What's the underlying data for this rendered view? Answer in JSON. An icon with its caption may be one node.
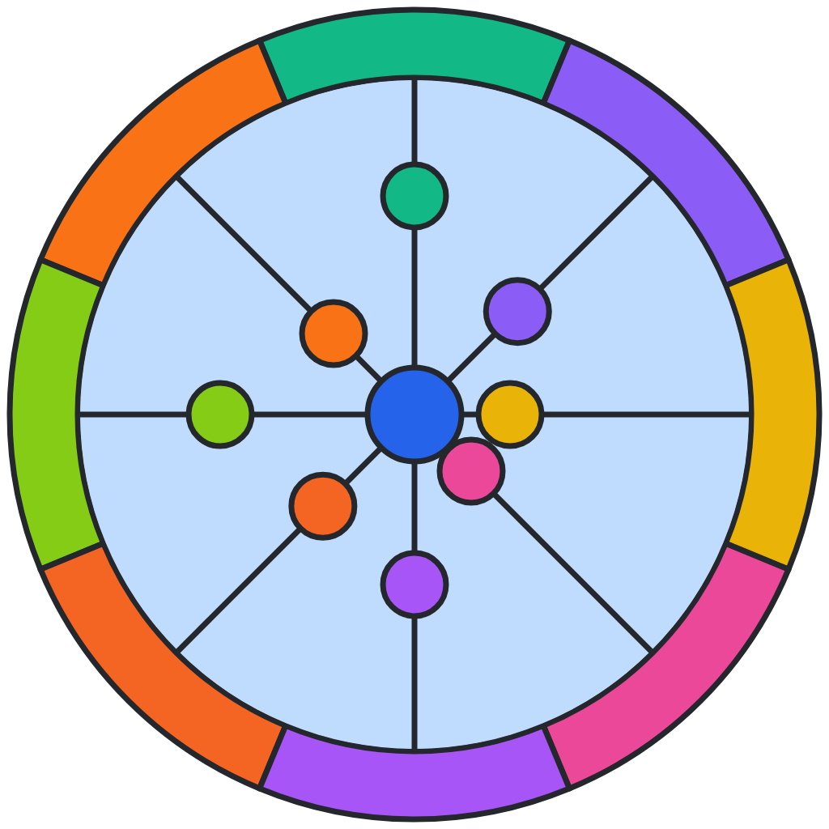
{
  "diagram": {
    "nodes": [
      {
        "text": [],
        "shape": "arc"
      },
      {
        "text": [],
        "shape": "arc"
      },
      {
        "text": [],
        "shape": "arc"
      },
      {
        "text": [],
        "shape": "arc"
      },
      {
        "text": [],
        "shape": "arc"
      },
      {
        "text": [],
        "shape": "arc"
      },
      {
        "text": [],
        "shape": "arc"
      },
      {
        "text": [],
        "shape": "arc"
      },
      {
        "text": [],
        "shape": "circle"
      },
      {
        "text": [],
        "shape": "circle",
        "in": 8
      },
      {
        "text": [],
        "shape": "circle",
        "in": 8
      },
      {
        "text": [],
        "shape": "circle",
        "in": 8
      },
      {
        "text": [],
        "shape": "circle",
        "in": 8
      },
      {
        "text": [],
        "shape": "circle",
        "in": 8
      },
      {
        "text": [],
        "shape": "circle",
        "in": 8
      },
      {
        "text": [],
        "shape": "circle",
        "in": 8
      },
      {
        "text": [],
        "shape": "circle",
        "in": 8
      },
      {
        "text": [],
        "shape": "circle",
        "in": 8
      }
    ],
    "edges": [
      {
        "from": 13,
        "to": 9,
        "arrow": "none"
      },
      {
        "from": 9,
        "to": 0,
        "arrow": "none"
      },
      {
        "from": 13,
        "to": 10,
        "arrow": "none"
      },
      {
        "from": 10,
        "to": 2,
        "arrow": "none"
      },
      {
        "from": 13,
        "to": 11,
        "arrow": "none"
      },
      {
        "from": 11,
        "to": 1,
        "arrow": "none"
      },
      {
        "from": 13,
        "to": 12,
        "arrow": "none"
      },
      {
        "from": 12,
        "to": 3,
        "arrow": "none"
      },
      {
        "from": 13,
        "to": 14,
        "arrow": "none"
      },
      {
        "from": 14,
        "to": 4,
        "arrow": "none"
      },
      {
        "from": 15,
        "to": 6,
        "arrow": "none"
      },
      {
        "from": 13,
        "to": 16,
        "arrow": "none"
      },
      {
        "from": 16,
        "to": 5,
        "arrow": "none"
      },
      {
        "from": 13,
        "to": 17,
        "arrow": "none"
      },
      {
        "from": 17,
        "to": 7,
        "arrow": "none"
      }
    ]
  }
}
